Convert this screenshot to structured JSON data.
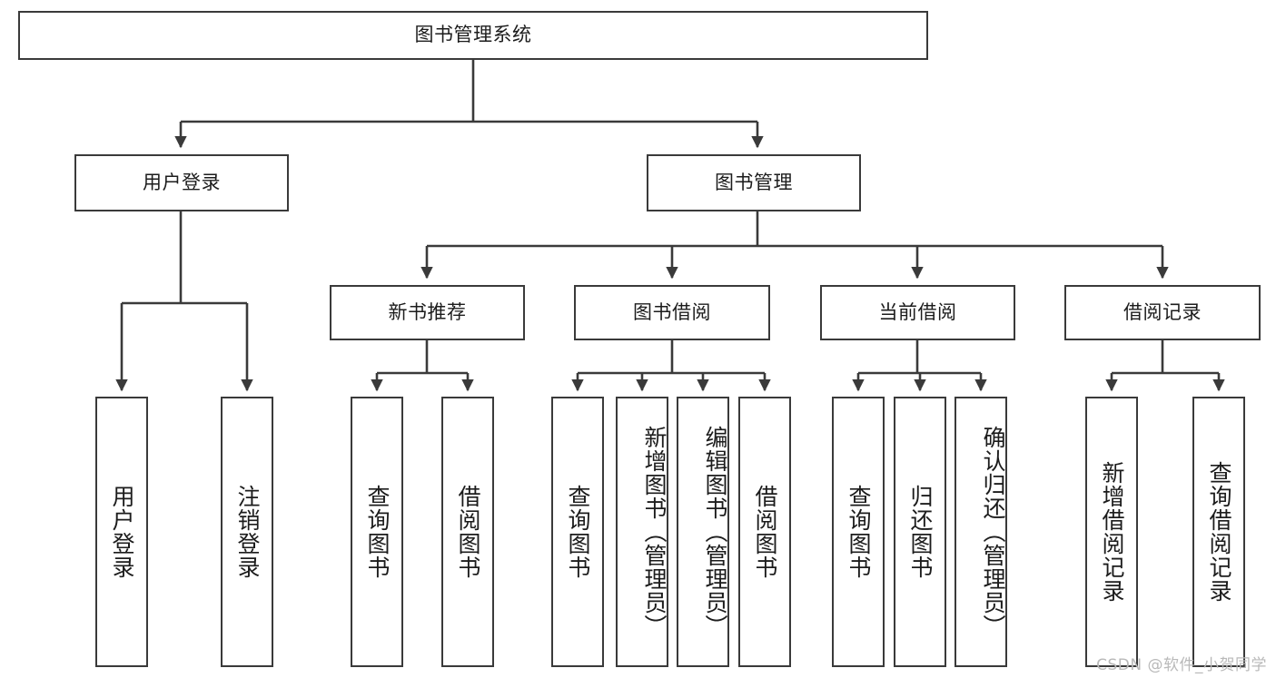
{
  "diagram": {
    "title": "图书管理系统",
    "type": "hierarchy-tree",
    "stroke_color": "#3a3a3a",
    "text_color": "#1c1c1c",
    "background_color": "#ffffff",
    "root": {
      "id": "root",
      "label": "图书管理系统",
      "orientation": "horizontal"
    },
    "level2": [
      {
        "id": "user-login",
        "label": "用户登录",
        "orientation": "horizontal"
      },
      {
        "id": "book-manage",
        "label": "图书管理",
        "orientation": "horizontal"
      }
    ],
    "level3": [
      {
        "id": "new-book-rec",
        "label": "新书推荐",
        "orientation": "horizontal",
        "parent": "book-manage"
      },
      {
        "id": "book-borrow",
        "label": "图书借阅",
        "orientation": "horizontal",
        "parent": "book-manage"
      },
      {
        "id": "current-borrow",
        "label": "当前借阅",
        "orientation": "horizontal",
        "parent": "book-manage"
      },
      {
        "id": "borrow-record",
        "label": "借阅记录",
        "orientation": "horizontal",
        "parent": "book-manage"
      }
    ],
    "leaves": {
      "user_login": [
        {
          "id": "leaf-user-login",
          "label": "用户登录",
          "orientation": "vertical"
        },
        {
          "id": "leaf-logout",
          "label": "注销登录",
          "orientation": "vertical"
        }
      ],
      "new_book_rec": [
        {
          "id": "leaf-query-book-1",
          "label": "查询图书",
          "orientation": "vertical"
        },
        {
          "id": "leaf-borrow-book-1",
          "label": "借阅图书",
          "orientation": "vertical"
        }
      ],
      "book_borrow": [
        {
          "id": "leaf-query-book-2",
          "label": "查询图书",
          "orientation": "vertical"
        },
        {
          "id": "leaf-add-book",
          "label": "新增图书（管理员）",
          "orientation": "vertical"
        },
        {
          "id": "leaf-edit-book",
          "label": "编辑图书（管理员）",
          "orientation": "vertical"
        },
        {
          "id": "leaf-borrow-book-2",
          "label": "借阅图书",
          "orientation": "vertical"
        }
      ],
      "current_borrow": [
        {
          "id": "leaf-query-book-3",
          "label": "查询图书",
          "orientation": "vertical"
        },
        {
          "id": "leaf-return-book",
          "label": "归还图书",
          "orientation": "vertical"
        },
        {
          "id": "leaf-confirm-return",
          "label": "确认归还（管理员）",
          "orientation": "vertical"
        }
      ],
      "borrow_record": [
        {
          "id": "leaf-add-record",
          "label": "新增借阅记录",
          "orientation": "vertical"
        },
        {
          "id": "leaf-query-record",
          "label": "查询借阅记录",
          "orientation": "vertical"
        }
      ]
    }
  },
  "watermark": {
    "text": "CSDN @软件_小贺同学"
  }
}
